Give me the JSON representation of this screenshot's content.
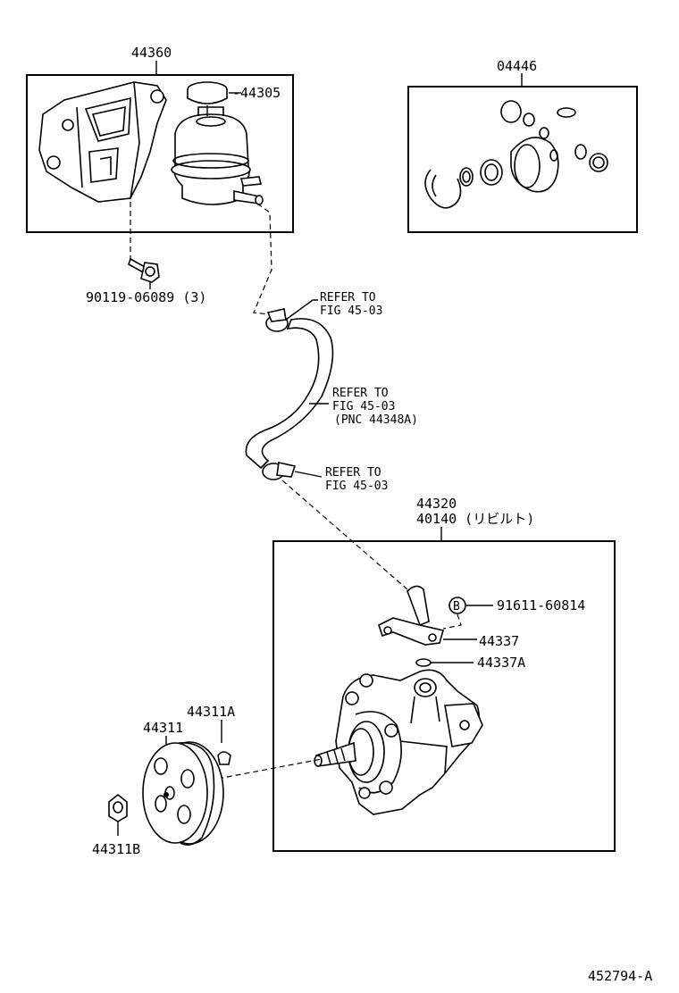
{
  "parts": {
    "p44360": "44360",
    "p44305": "-44305",
    "p04446": "04446",
    "p90119": "90119-06089 (3)",
    "p44320": "44320",
    "p40140": "40140 (リビルト)",
    "p91611": "91611-60814",
    "p44337": "44337",
    "p44337A": "44337A",
    "p44311": "44311",
    "p44311A": "44311A",
    "p44311B": "44311B",
    "b_marker": "B"
  },
  "refs": {
    "ref1_line1": "REFER TO",
    "ref1_line2": "FIG 45-03",
    "ref2_line1": "REFER TO",
    "ref2_line2": "FIG 45-03",
    "ref2_line3": "(PNC 44348A)",
    "ref3_line1": "REFER TO",
    "ref3_line2": "FIG 45-03"
  },
  "footer": {
    "code": "452794-A"
  }
}
